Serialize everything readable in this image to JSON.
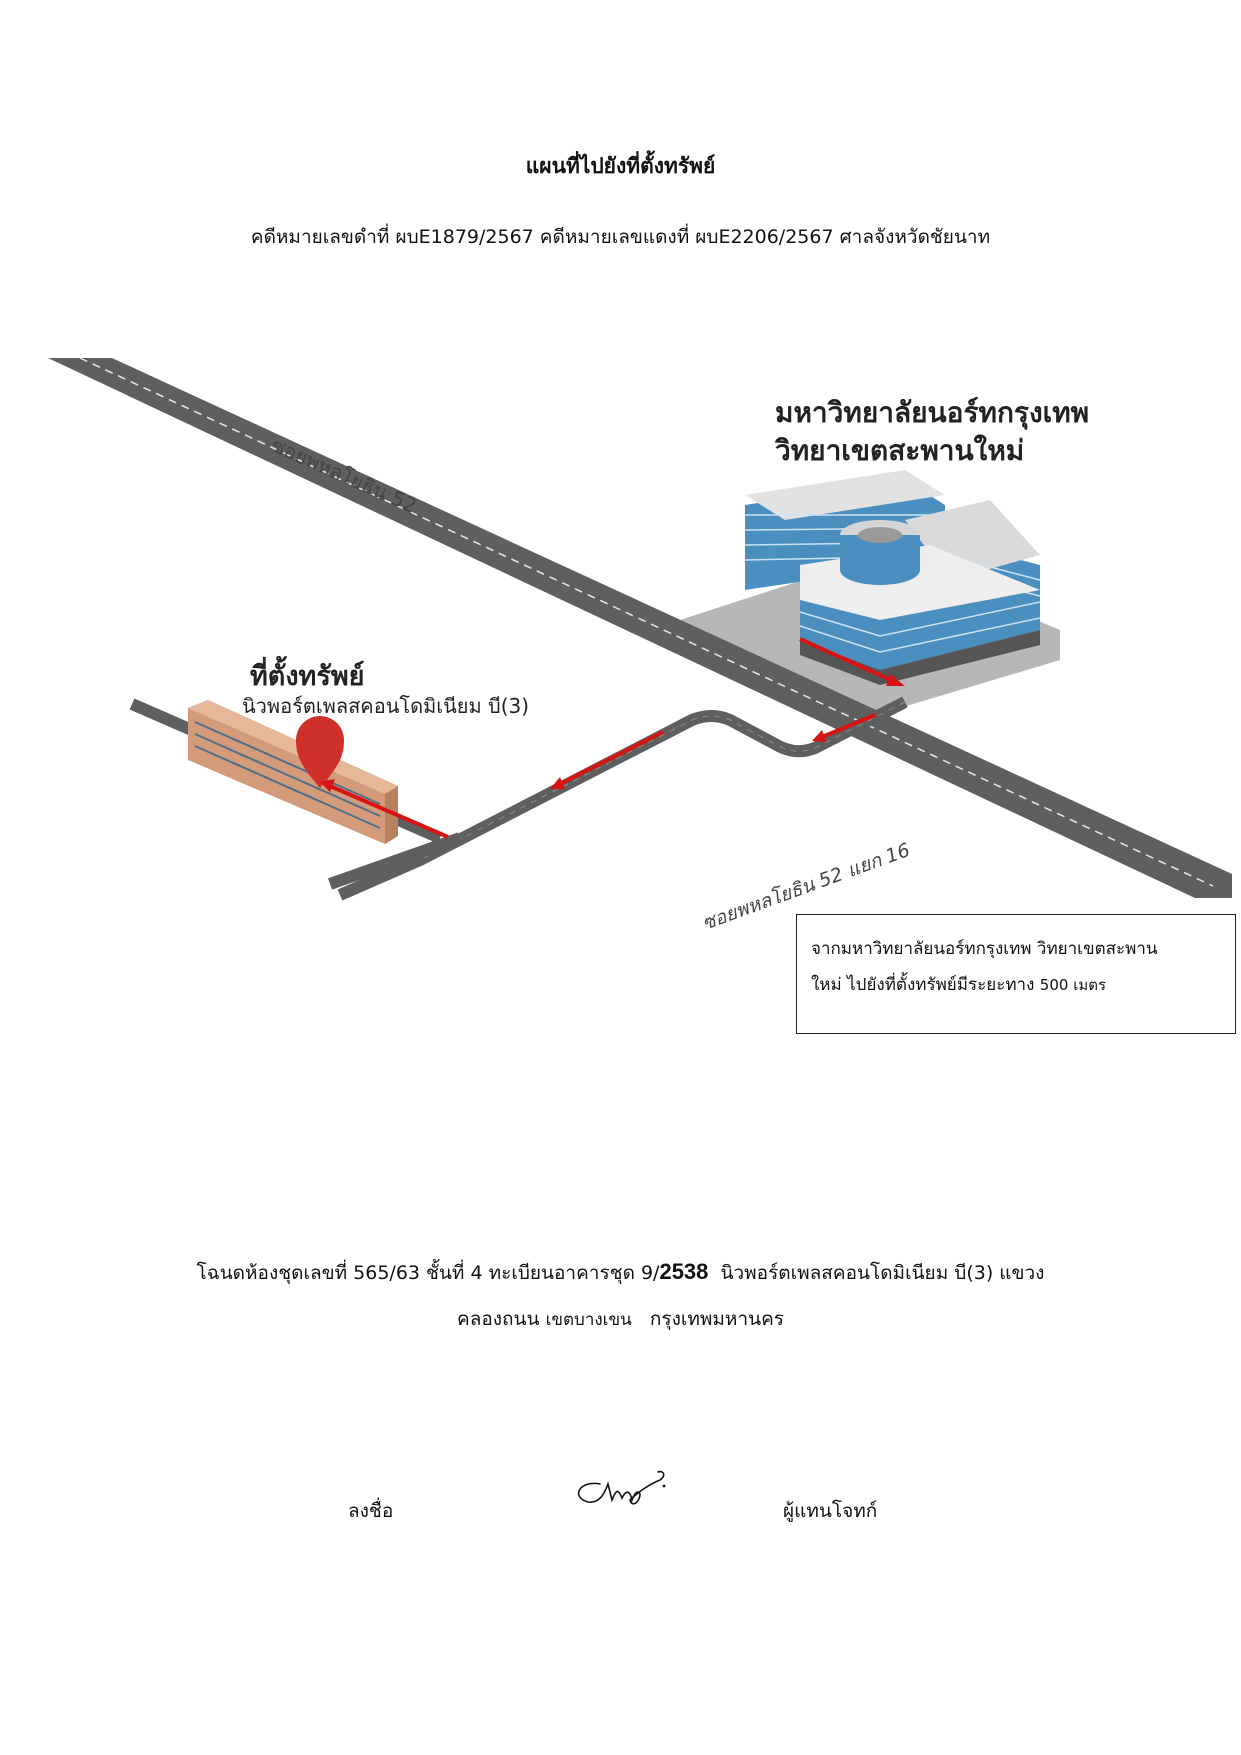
{
  "header": {
    "title": "แผนที่ไปยังที่ตั้งทรัพย์",
    "case_line": "คดีหมายเลขดำที่ ผบE1879/2567 คดีหมายเลขแดงที่ ผบE2206/2567 ศาลจังหวัดชัยนาท"
  },
  "map": {
    "university_line1": "มหาวิทยาลัยนอร์ทกรุงเทพ",
    "university_line2": "วิทยาเขตสะพานใหม่",
    "main_road_label": "ซอยพหลโยธิน 52",
    "side_road_label": "ซอยพหลโยธิน 52 แยก 16",
    "property_title": "ที่ตั้งทรัพย์",
    "property_subtitle": "นิวพอร์ตเพลสคอนโดมิเนียม บี(3)",
    "note_line1": "จากมหาวิทยาลัยนอร์ทกรุงเทพ วิทยาเขตสะพาน",
    "note_line2_text": "ใหม่ ไปยังที่ตั้งทรัพย์มีระยะทาง",
    "note_distance": "500 เมตร",
    "colors": {
      "road": "#5f5f5f",
      "lot": "#b7b7b7",
      "arrow": "#d81313",
      "pin": "#d0302a",
      "condo": "#d39b7a",
      "glass": "#4a8fc0"
    }
  },
  "deed": {
    "line1_prefix": "โฉนดห้องชุดเลขที่ 565/63 ชั้นที่ 4 ทะเบียนอาคารชุด 9/",
    "line1_number": "2538",
    "line1_suffix": "นิวพอร์ตเพลสคอนโดมิเนียม บี(3) แขวง",
    "line2_a": "คลองถนน",
    "line2_b": "เขตบางเขน",
    "line2_c": "กรุงเทพมหานคร"
  },
  "signature": {
    "label_sign": "ลงชื่อ",
    "label_role": "ผู้แทนโจทก์"
  }
}
